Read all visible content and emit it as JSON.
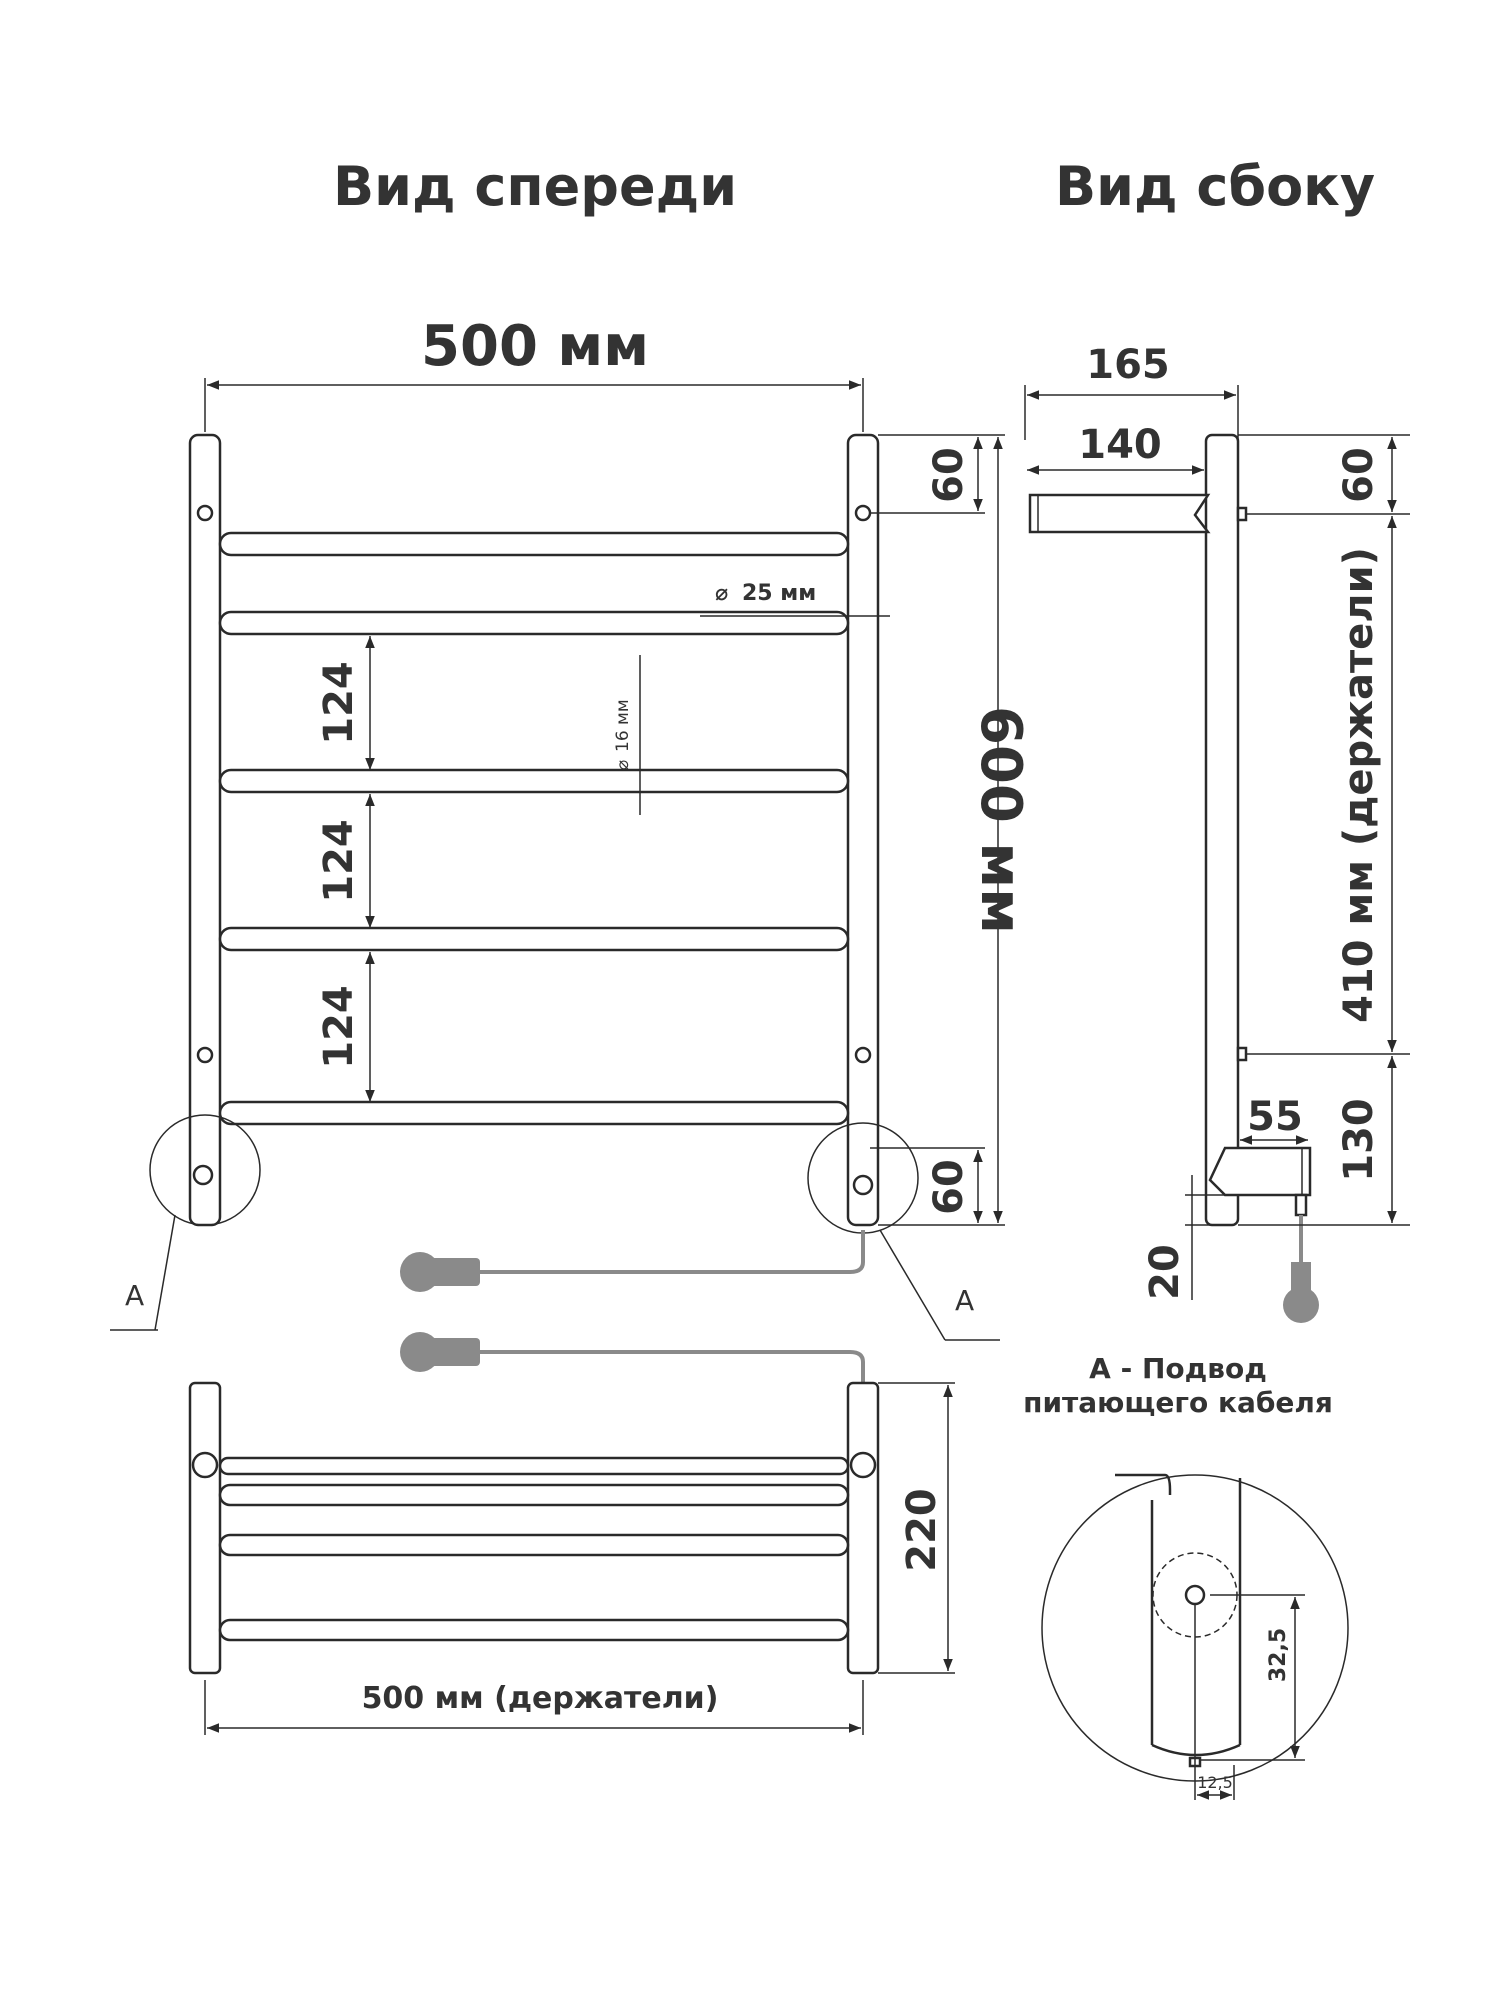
{
  "titles": {
    "front": "Вид спереди",
    "side": "Вид сбоку"
  },
  "front_view": {
    "width": "500 мм",
    "height": "600 мм",
    "top_offset": "60",
    "bottom_offset": "60",
    "spacing_1": "124",
    "spacing_2": "124",
    "spacing_3": "124",
    "pipe_diameter": "25 мм",
    "rung_diameter": "16 мм",
    "detail_marker_left": "A",
    "detail_marker_right": "A"
  },
  "top_view": {
    "width": "500 мм (держатели)",
    "depth": "220"
  },
  "side_view": {
    "total_depth": "165",
    "arm_depth": "140",
    "top_offset": "60",
    "holders": "410 мм (держатели)",
    "bottom_height": "130",
    "inlet_depth": "55",
    "inlet_height": "20"
  },
  "detail": {
    "title_line1": "A - Подвод",
    "title_line2": "питающего кабеля",
    "height": "32,5",
    "offset": "12,5"
  },
  "colors": {
    "line": "#2a2a2a",
    "cable": "#8a8a8a",
    "text": "#333333"
  }
}
